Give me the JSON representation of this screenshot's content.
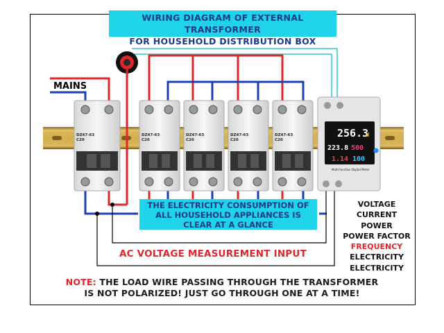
{
  "title": {
    "line1": "WIRING DIAGRAM OF EXTERNAL TRANSFORMER",
    "line2": "FOR HOUSEHOLD DISTRIBUTION BOX"
  },
  "labels": {
    "mains": "MAINS",
    "ac_voltage": "AC VOLTAGE MEASUREMENT INPUT"
  },
  "info_box": {
    "line1": "THE ELECTRICITY CONSUMPTION OF",
    "line2": "ALL HOUSEHOLD APPLIANCES IS",
    "line3": "CLEAR AT A GLANCE"
  },
  "measurements": [
    "VOLTAGE",
    "CURRENT",
    "POWER",
    "POWER FACTOR",
    "FREQUENCY",
    "ELECTRICITY",
    "ELECTRICITY"
  ],
  "note": {
    "prefix": "NOTE:",
    "line1": " THE LOAD WIRE PASSING THROUGH THE TRANSFORMER",
    "line2": "IS NOT POLARIZED! JUST GO THROUGH ONE AT A TIME!"
  },
  "breakers": [
    {
      "model": "DZ47-63",
      "rating": "C20"
    },
    {
      "model": "DZ47-63",
      "rating": "C20"
    },
    {
      "model": "DZ47-63",
      "rating": "C20"
    },
    {
      "model": "DZ47-63",
      "rating": "C20"
    },
    {
      "model": "DZ47-63",
      "rating": "C20"
    }
  ],
  "meter": {
    "row1": "256.3",
    "row1_unit": "W",
    "row2_a": "223.8",
    "row2_b": "500",
    "row3_a": "1.14",
    "row3_b": "100",
    "caption": "Multi-function Digital Meter"
  },
  "colors": {
    "live_wire": "#e0262b",
    "neutral_wire": "#1a3fb5",
    "signal_wire": "#2ec8c0",
    "label_box": "#1fd4e8",
    "din_rail": "#c9a44a"
  }
}
